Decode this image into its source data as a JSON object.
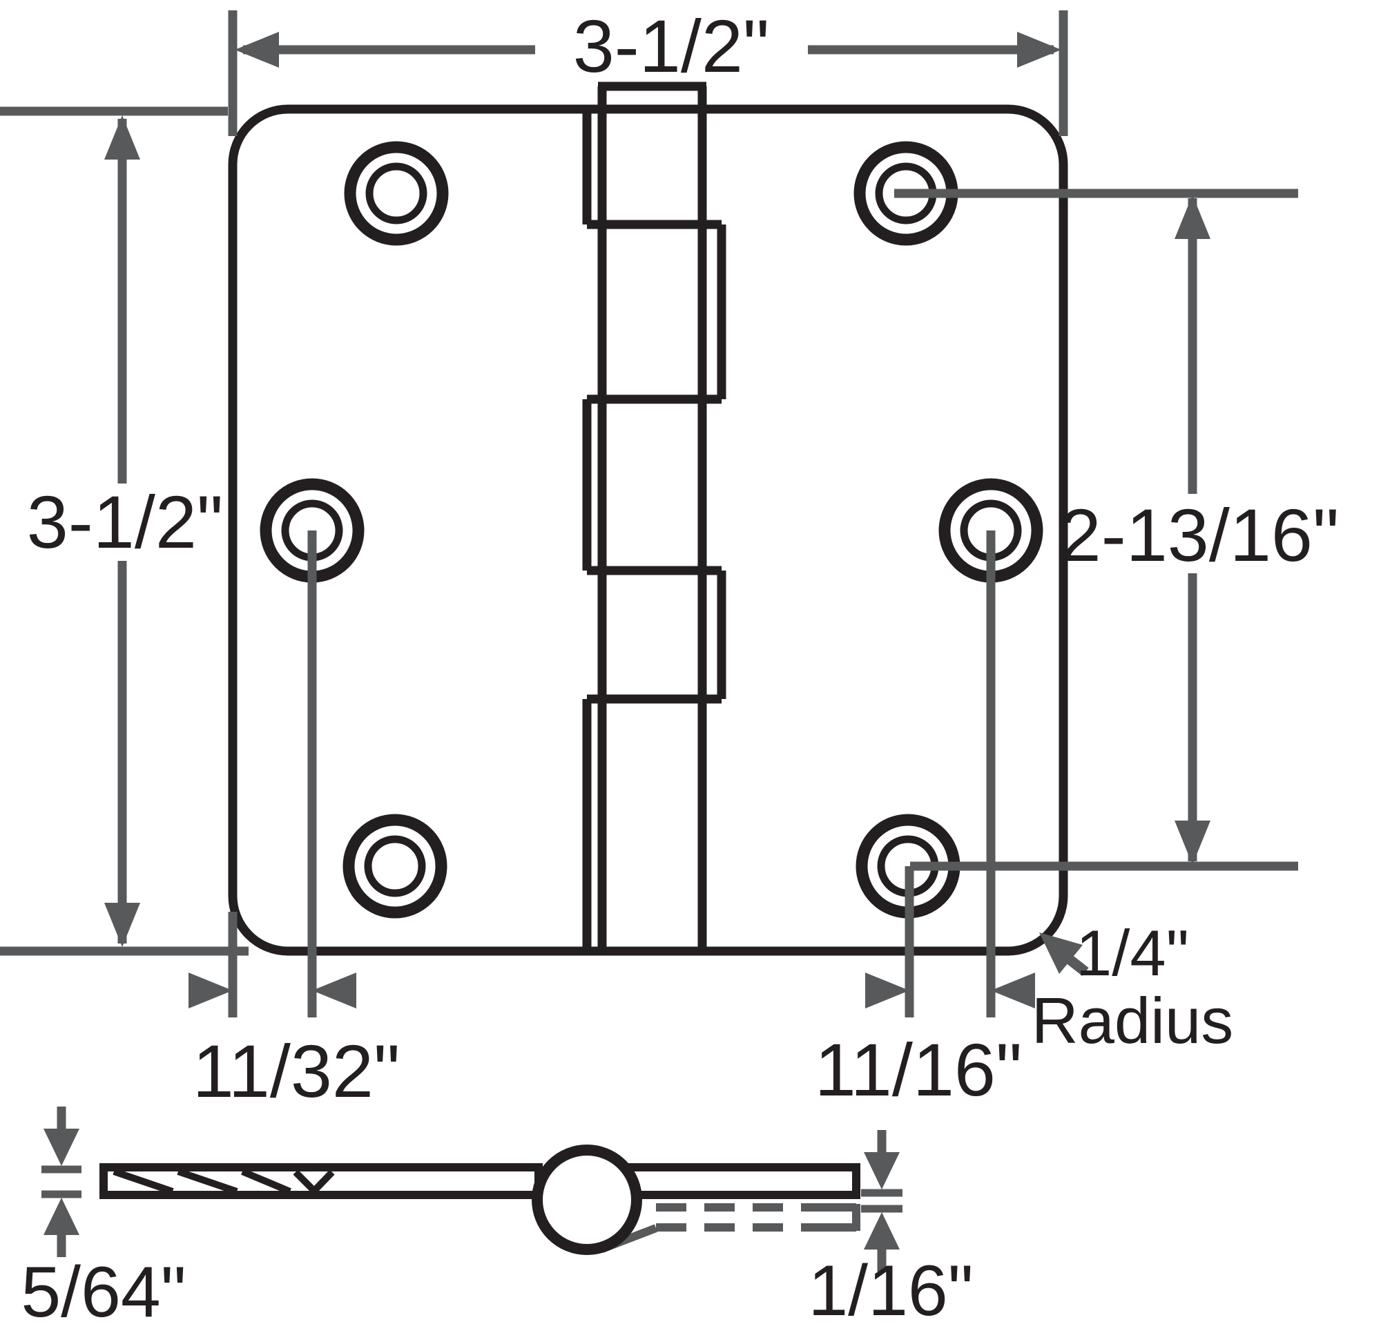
{
  "diagram": {
    "type": "technical-drawing",
    "subject": "door hinge dimension diagram",
    "colors": {
      "outline": "#231f20",
      "dimension": "#58595b",
      "background": "#ffffff"
    },
    "front_view": {
      "width_label": "3-1/2\"",
      "height_label": "3-1/2\"",
      "hole_column_span_label": "2-13/16\"",
      "left_hole_offset_label": "11/32\"",
      "right_hole_offset_label": "11/16\"",
      "corner_radius_value": "1/4\"",
      "corner_radius_word": "Radius",
      "screw_hole_count": 6
    },
    "side_view": {
      "leaf_thickness_label": "5/64\"",
      "leaf_gap_label": "1/16\""
    }
  }
}
